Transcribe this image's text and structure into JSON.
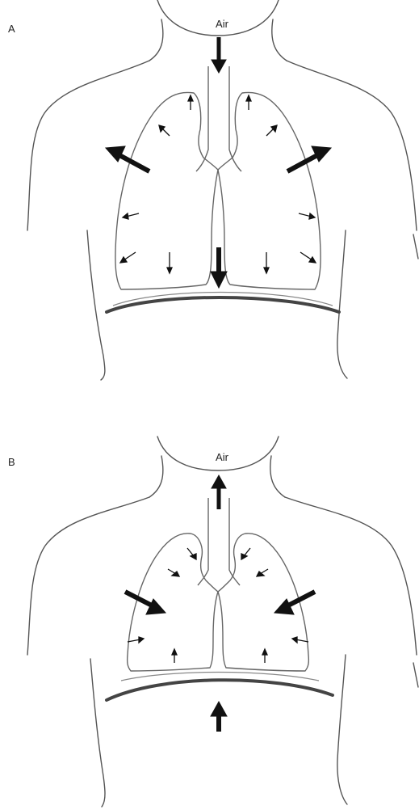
{
  "panels": [
    {
      "id": "A",
      "label": "A",
      "air_label": "Air",
      "airflow": "in",
      "chest_wall": "outward",
      "diaphragm": "down"
    },
    {
      "id": "B",
      "label": "B",
      "air_label": "Air",
      "airflow": "out",
      "chest_wall": "inward",
      "diaphragm": "up"
    }
  ],
  "colors": {
    "outline": "#555555",
    "arrow": "#111111",
    "background": "#ffffff"
  }
}
